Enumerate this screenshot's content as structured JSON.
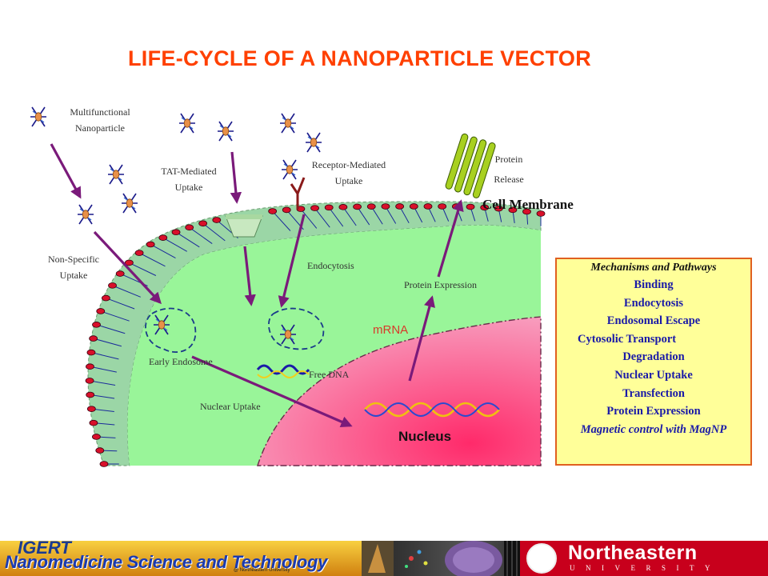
{
  "title": "LIFE-CYCLE OF A NANOPARTICLE VECTOR",
  "labels": {
    "multifunctional": "Multifunctional Nanoparticle",
    "tat": "TAT-Mediated Uptake",
    "receptor": "Receptor-Mediated Uptake",
    "protein_release": "Protein Release",
    "cell_membrane": "Cell Membrane",
    "non_specific": "Non-Specific Uptake",
    "endocytosis": "Endocytosis",
    "protein_expression": "Protein Expression",
    "mrna": "mRNA",
    "early_endosome": "Early Endosome",
    "free_dna": "Free DNA",
    "nuclear_uptake": "Nuclear Uptake",
    "nucleus": "Nucleus"
  },
  "mechanisms": {
    "title": "Mechanisms and Pathways",
    "items": [
      "Binding",
      "Endocytosis",
      "Endosomal Escape",
      "Cytosolic Transport",
      "Degradation",
      "Nuclear Uptake",
      "Transfection",
      "Protein Expression",
      "Magnetic control with MagNP"
    ]
  },
  "footer": {
    "igert": "IGERT",
    "program": "Nanomedicine Science and Technology",
    "program_sub": "@ Northeastern University",
    "university": "Northeastern",
    "university_sub": "UNIVERSITY"
  },
  "colors": {
    "title": "#ff4000",
    "membrane": "#9bd6a6",
    "cytoplasm": "#99f599",
    "nucleus": "#f06a9a",
    "arrow": "#7a1a7a",
    "box_fill": "#ffff99",
    "box_border": "#e06020",
    "box_text": "#1a1aa8"
  }
}
